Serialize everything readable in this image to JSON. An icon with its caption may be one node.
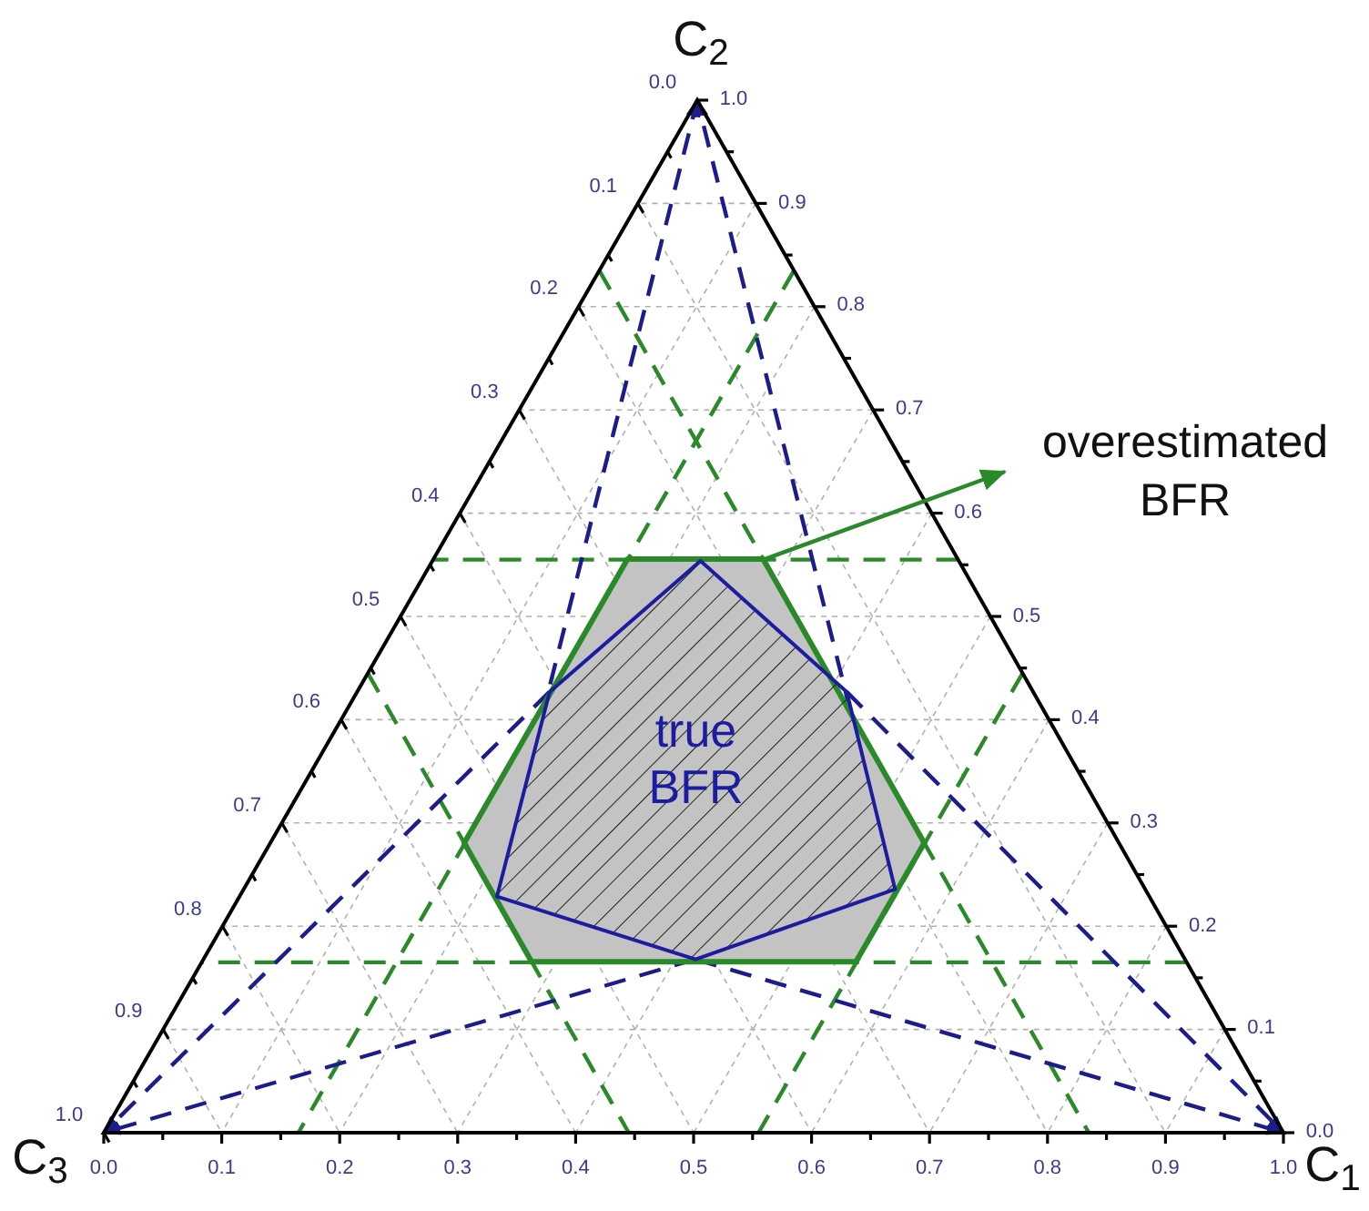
{
  "diagram": {
    "nodes": [
      {
        "text": [],
        "shape": "hexagon"
      },
      {
        "text": [
          "true BFR"
        ],
        "in": 0
      },
      {
        "text": [
          "overestimated BFR"
        ]
      }
    ],
    "edges": [
      {
        "from": 0,
        "to": 2,
        "arrow": "to"
      }
    ],
    "labels": [
      "C$_{2}$",
      "0.0",
      "0.1",
      "0.2",
      "0.3",
      "0.4",
      "0.5",
      "0.6",
      "0.7",
      "0.8",
      "0.9",
      "1.0",
      "1.0",
      "0.9",
      "0.8",
      "0.7",
      "0.6",
      "0.5",
      "0.4",
      "0.3",
      "0.2",
      "0.1",
      "0.0",
      "C$_{3}$",
      "0.0",
      "0.1",
      "0.2",
      "0.3",
      "0.4",
      "0.5",
      "0.6",
      "0.7",
      "0.8",
      "0.9",
      "1.0",
      "C$_{1}$"
    ]
  }
}
